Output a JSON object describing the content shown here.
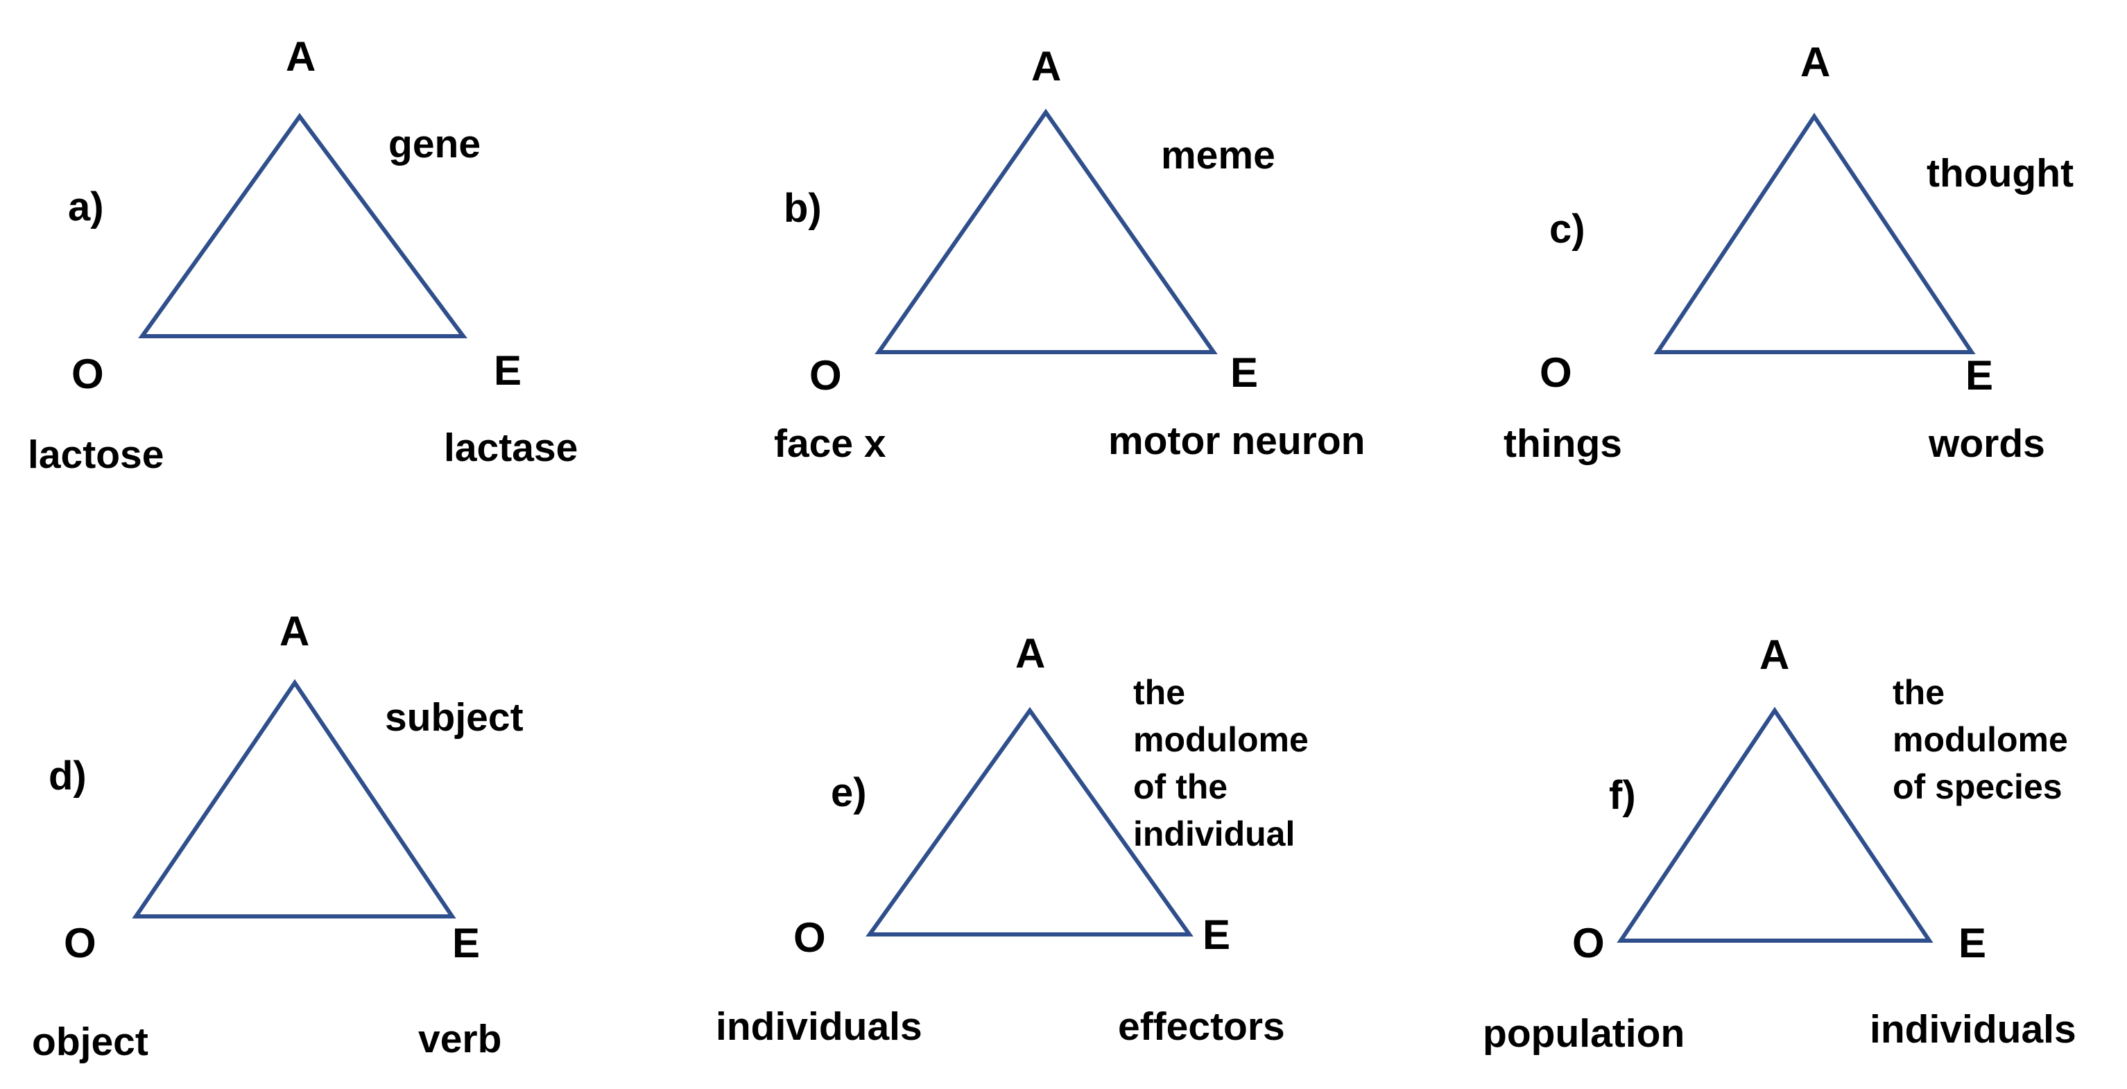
{
  "panels": [
    {
      "letter": "a)",
      "vertices": {
        "top": "A",
        "left": "O",
        "right": "E"
      },
      "concept": "gene",
      "left_term": "lactose",
      "right_term": "lactase"
    },
    {
      "letter": "b)",
      "vertices": {
        "top": "A",
        "left": "O",
        "right": "E"
      },
      "concept": "meme",
      "left_term": "face x",
      "right_term": "motor neuron"
    },
    {
      "letter": "c)",
      "vertices": {
        "top": "A",
        "left": "O",
        "right": "E"
      },
      "concept": "thought",
      "left_term": "things",
      "right_term": "words"
    },
    {
      "letter": "d)",
      "vertices": {
        "top": "A",
        "left": "O",
        "right": "E"
      },
      "concept": "subject",
      "left_term": "object",
      "right_term": "verb"
    },
    {
      "letter": "e)",
      "vertices": {
        "top": "A",
        "left": "O",
        "right": "E"
      },
      "concept": "the\nmodulome\nof the\nindividual",
      "left_term": "individuals",
      "right_term": "effectors"
    },
    {
      "letter": "f)",
      "vertices": {
        "top": "A",
        "left": "O",
        "right": "E"
      },
      "concept": "the\nmodulome\nof species",
      "left_term": "population",
      "right_term": "individuals"
    }
  ],
  "colors": {
    "triangle_stroke": "#2f4f8c",
    "text": "#000000",
    "background": "#ffffff"
  }
}
